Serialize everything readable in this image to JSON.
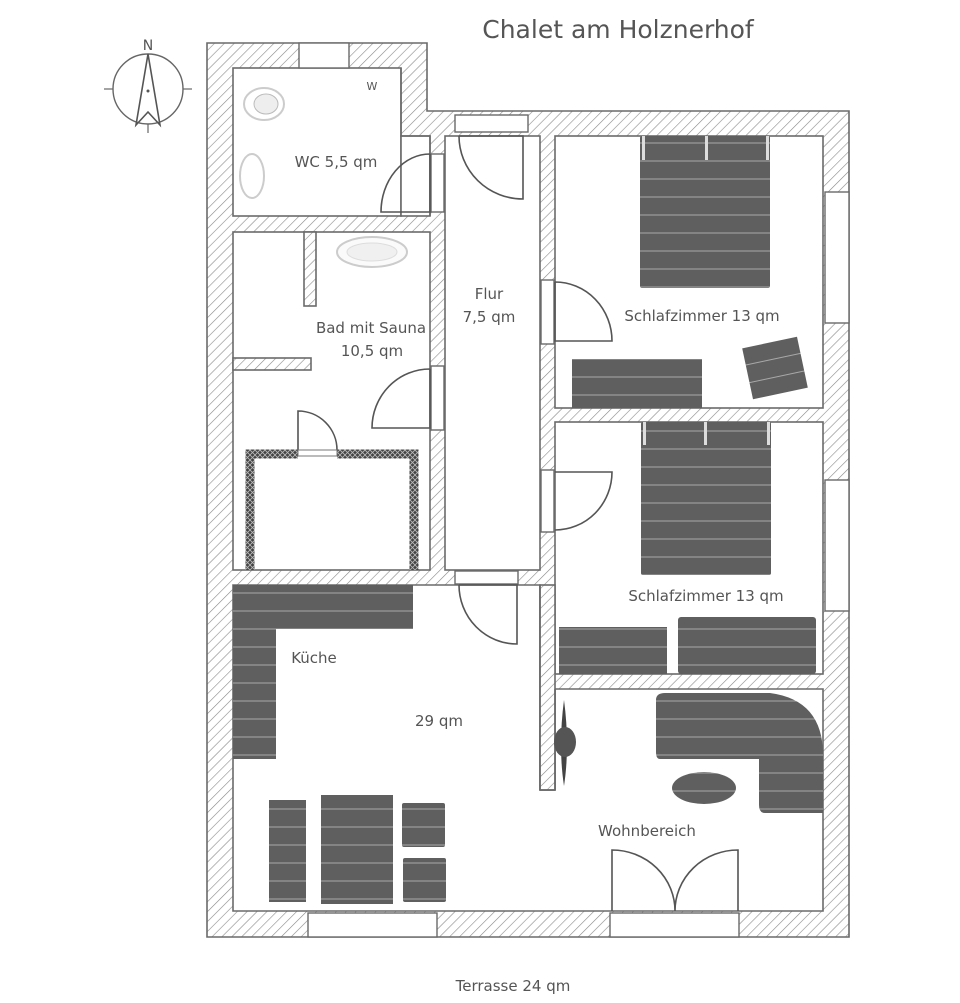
{
  "title": "Chalet am Holznerhof",
  "compass": {
    "label": "N",
    "icon": "north-arrow-icon"
  },
  "rooms": {
    "wc": {
      "name": "WC 5,5 qm",
      "fixture_label": "W"
    },
    "bad": {
      "name": "Bad mit Sauna",
      "area": "10,5 qm"
    },
    "flur": {
      "name": "Flur",
      "area": "7,5 qm"
    },
    "schlafzimmer1": {
      "name": "Schlafzimmer 13 qm"
    },
    "schlafzimmer2": {
      "name": "Schlafzimmer 13 qm"
    },
    "kueche": {
      "name": "Küche",
      "area": "29 qm"
    },
    "wohnbereich": {
      "name": "Wohnbereich"
    }
  },
  "terrace": "Terrasse 24 qm",
  "colors": {
    "wall_stroke": "#6a6a6a",
    "furniture": "#5f5f5f",
    "text": "#555555",
    "background": "#ffffff"
  }
}
